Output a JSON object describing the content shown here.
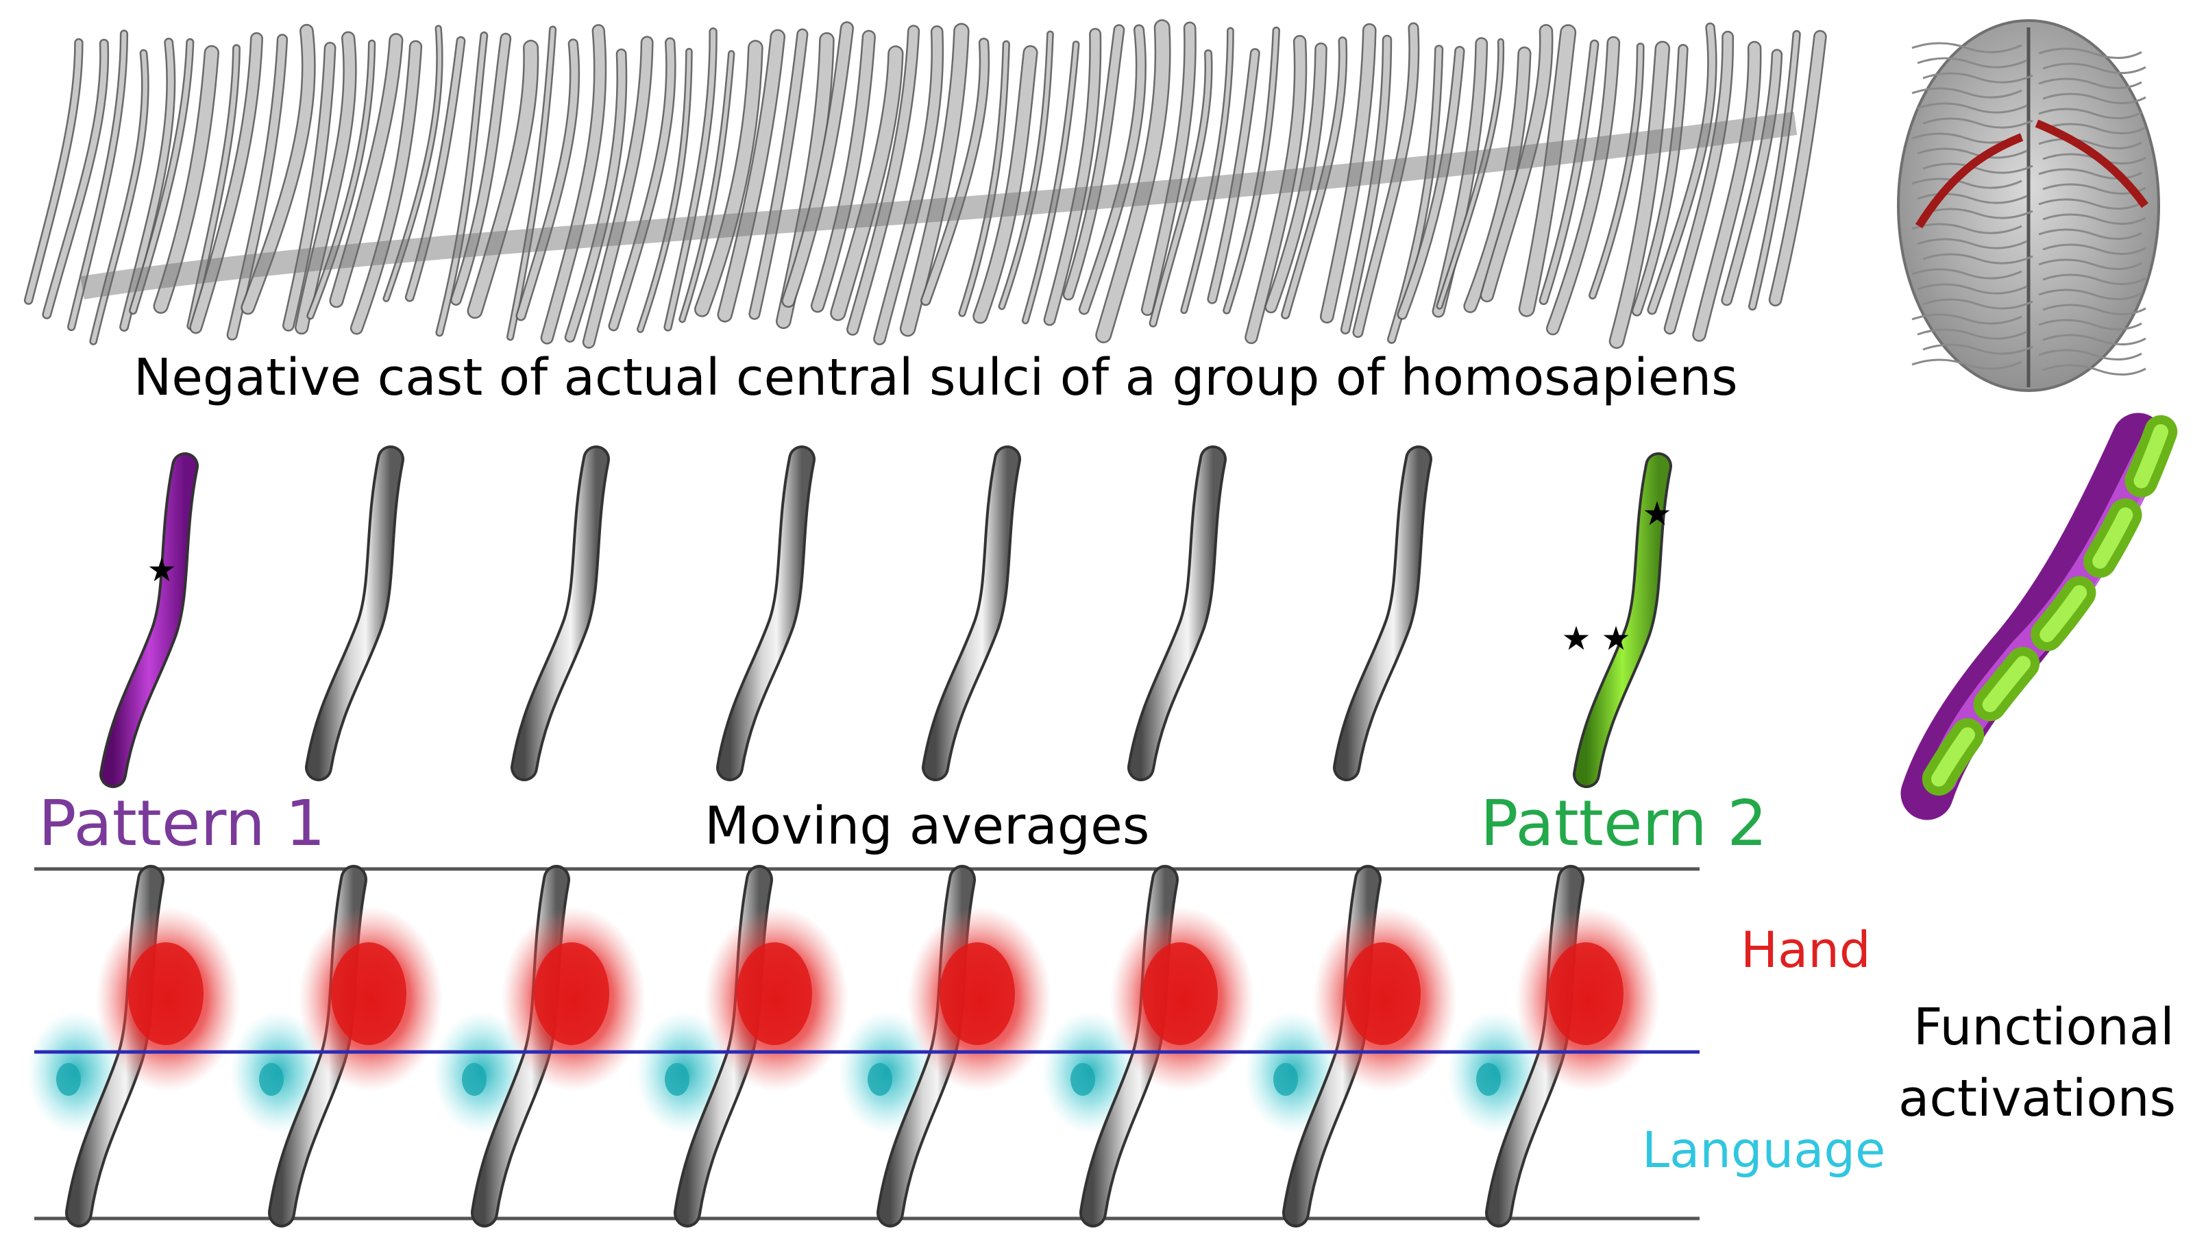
{
  "caption": "Negative cast of actual central sulci of a group of homosapiens",
  "pattern1_label": "Pattern 1",
  "moving_averages_label": "Moving averages",
  "pattern2_label": "Pattern 2",
  "hand_label": "Hand",
  "language_label": "Language",
  "functional_line1": "Functional",
  "functional_line2": "activations",
  "colors": {
    "pattern1": "#9a1fb0",
    "pattern1_text": "#7a3a9a",
    "pattern2": "#7ed321",
    "pattern2_text": "#23a84a",
    "hand": "#e02020",
    "language": "#30c6e0",
    "reference_line": "#2a2ab8",
    "sulcus_gray": "#9a9a9a",
    "brain_highlight": "#a01818"
  },
  "moving_average_count": 6,
  "activation_row_count": 8
}
